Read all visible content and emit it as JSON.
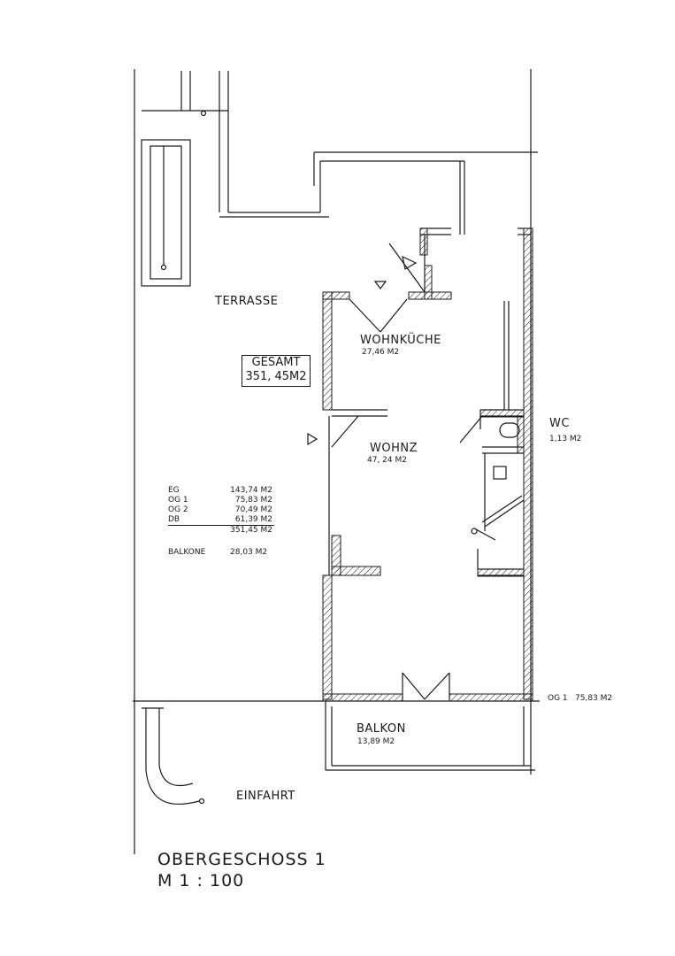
{
  "plan": {
    "title": "OBERGESCHOSS 1",
    "scale": "M 1 : 100",
    "gesamt": {
      "label": "GESAMT",
      "value": "351, 45M2"
    },
    "rooms": {
      "terrasse": "TERRASSE",
      "wohnkueche": {
        "name": "WOHNKÜCHE",
        "area": "27,46 M2"
      },
      "wohnz": {
        "name": "WOHNZ",
        "area": "47, 24 M2"
      },
      "wc": {
        "name": "WC",
        "area": "1,13 M2"
      },
      "balkon": {
        "name": "BALKON",
        "area": "13,89 M2"
      },
      "einfahrt": "EINFAHRT"
    },
    "floor_total": {
      "label": "OG 1",
      "value": "75,83 M2"
    },
    "area_table": {
      "rows": [
        {
          "label": "EG",
          "value": "143,74 M2"
        },
        {
          "label": "OG 1",
          "value": "75,83 M2"
        },
        {
          "label": "OG 2",
          "value": "70,49 M2"
        },
        {
          "label": "DB",
          "value": "61,39 M2"
        }
      ],
      "sum": "351,45 M2",
      "balkone": {
        "label": "BALKONE",
        "value": "28,03 M2"
      }
    }
  }
}
